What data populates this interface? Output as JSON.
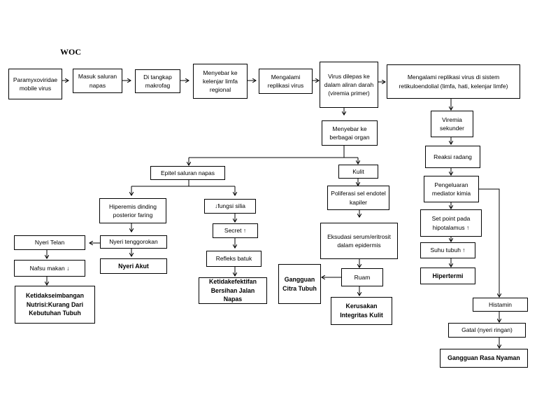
{
  "title": "WOC",
  "nodes": {
    "n1": "Paramyxoviridae mobile virus",
    "n2": "Masuk saluran napas",
    "n3": "Di tangkap makrofag",
    "n4": "Menyebar ke kelenjar limfa regional",
    "n5": "Mengalami replikasi virus",
    "n6": "Virus dilepas ke dalam aliran darah (viremia primer)",
    "n7": "Mengalami replikasi virus di sistem retikuloendolial (limfa, hati, kelenjar limfe)",
    "n8": "Menyebar ke berbagai organ",
    "n9": "Viremia sekunder",
    "n10": "Reaksi radang",
    "n11": "Pengeluaran mediator kimia",
    "n12": "Set point pada hipotalamus ↑",
    "n13": "Suhu tubuh ↑",
    "n14": "Hipertermi",
    "n15": "Epitel saluran napas",
    "n16": "Kulit",
    "n17": "Poliferasi sel endotel kapiler",
    "n18": "Eksudasi serum/eritrosit dalam epidermis",
    "n19": "Ruam",
    "n20": "Gangguan Citra Tubuh",
    "n21": "Kerusakan Integritas Kulit",
    "n22": "Hiperemis dinding posterior faring",
    "n23": "↓fungsi silia",
    "n24": "Secret ↑",
    "n25": "Refleks batuk",
    "n26": "Ketidakefektifan Bersihan Jalan Napas",
    "n27": "Nyeri tenggorokan",
    "n28": "Nyeri Akut",
    "n29": "Nyeri Telan",
    "n30": "Nafsu makan ↓",
    "n31": "Ketidakseimbangan Nutrisi:Kurang Dari Kebutuhan Tubuh",
    "n32": "Histamin",
    "n33": "Gatal (nyeri ringan)",
    "n34": "Gangguan Rasa Nyaman"
  }
}
